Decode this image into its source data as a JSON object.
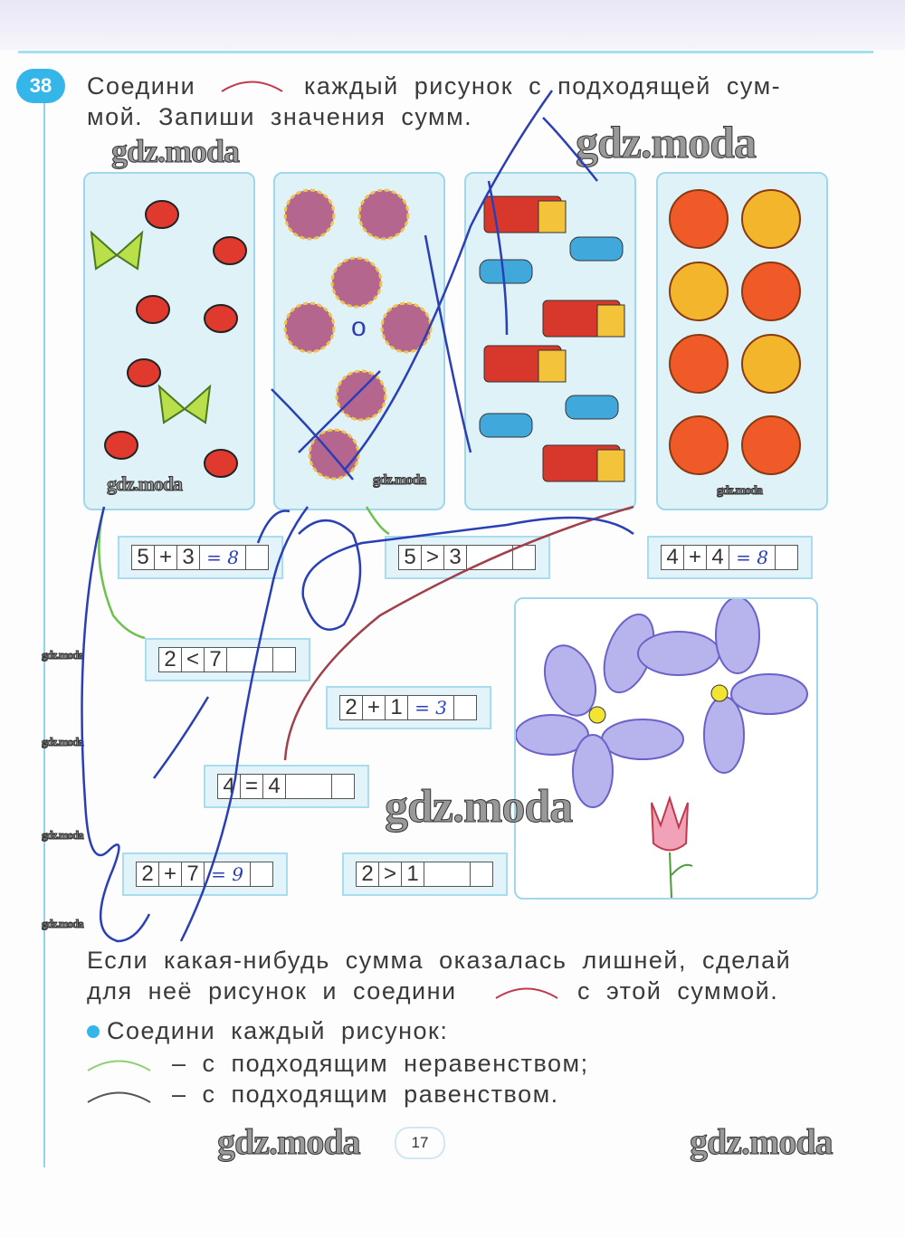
{
  "exercise": {
    "number": "38",
    "instruction_part1": "Соедини",
    "instruction_part2": "каждый рисунок с подходящей сум-",
    "instruction_line2": "мой. Запиши значения сумм.",
    "extra_line1": "Если какая-нибудь сумма оказалась лишней, сделай",
    "extra_line2a": "для неё рисунок и соедини",
    "extra_line2b": "с этой суммой.",
    "bullet": "Соедини каждый рисунок:",
    "legend_green": "– с подходящим неравенством;",
    "legend_gray": "– с подходящим равенством."
  },
  "pictures": [
    {
      "name": "ladybugs-butterflies"
    },
    {
      "name": "buttons"
    },
    {
      "name": "trucks-cars"
    },
    {
      "name": "oranges"
    }
  ],
  "expressions": [
    {
      "a": "5",
      "op": "+",
      "b": "3",
      "answer": "= 8"
    },
    {
      "a": "5",
      "op": ">",
      "b": "3",
      "answer": ""
    },
    {
      "a": "4",
      "op": "+",
      "b": "4",
      "answer": "= 8"
    },
    {
      "a": "2",
      "op": "<",
      "b": "7",
      "answer": ""
    },
    {
      "a": "2",
      "op": "+",
      "b": "1",
      "answer": "= 3"
    },
    {
      "a": "4",
      "op": "=",
      "b": "4",
      "answer": ""
    },
    {
      "a": "2",
      "op": "+",
      "b": "7",
      "answer": "= 9"
    },
    {
      "a": "2",
      "op": ">",
      "b": "1",
      "answer": ""
    }
  ],
  "handwriting": {
    "zero_mark": "o"
  },
  "watermark": "gdz.moda",
  "page_number": "17",
  "colors": {
    "accent": "#35b6e8",
    "pen": "#2a3fb5",
    "red_line": "#c0394d",
    "green_line": "#6cc24a"
  }
}
